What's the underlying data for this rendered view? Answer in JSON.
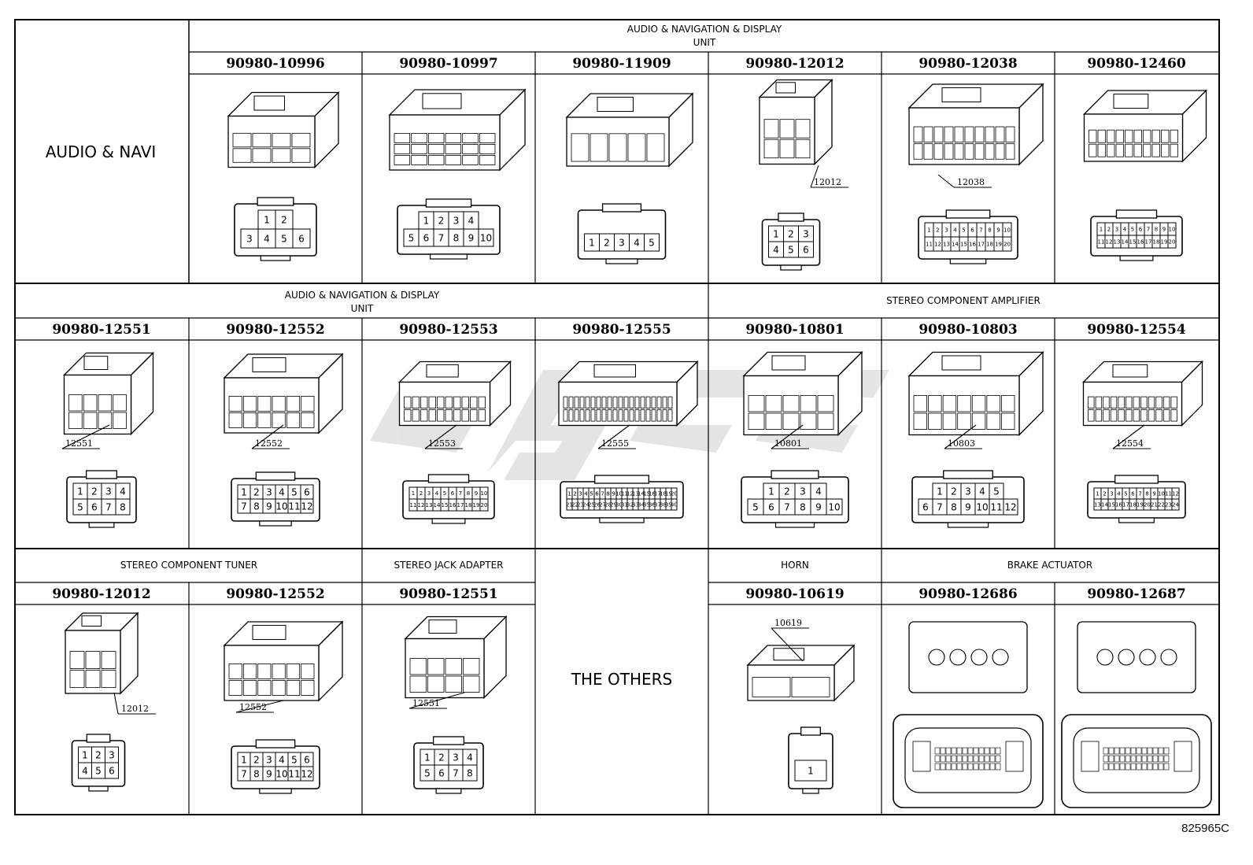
{
  "doc_id": "825965C",
  "row1": {
    "side_label": "AUDIO & NAVI",
    "group_title_line1": "AUDIO & NAVIGATION & DISPLAY",
    "group_title_line2": "UNIT",
    "cells": [
      {
        "part": "90980-10996",
        "pins_top": [
          "1",
          "2"
        ],
        "pins_bottom": [
          "3",
          "4",
          "5",
          "6"
        ]
      },
      {
        "part": "90980-10997",
        "pins_top": [
          "1",
          "2",
          "3",
          "4"
        ],
        "pins_bottom": [
          "5",
          "6",
          "7",
          "8",
          "9",
          "10"
        ]
      },
      {
        "part": "90980-11909",
        "pins": [
          "1",
          "2",
          "3",
          "4",
          "5"
        ]
      },
      {
        "part": "90980-12012",
        "tag": "12012",
        "pins_top": [
          "1",
          "2",
          "3"
        ],
        "pins_bottom": [
          "4",
          "5",
          "6"
        ]
      },
      {
        "part": "90980-12038",
        "tag": "12038",
        "pins_top": [
          "1",
          "2",
          "3",
          "4",
          "5",
          "6",
          "7",
          "8",
          "9",
          "10"
        ],
        "pins_bottom": [
          "11",
          "12",
          "13",
          "14",
          "15",
          "16",
          "17",
          "18",
          "19",
          "20"
        ]
      },
      {
        "part": "90980-12460",
        "pins_top": [
          "1",
          "2",
          "3",
          "4",
          "5",
          "6",
          "7",
          "8",
          "9",
          "10"
        ],
        "pins_bottom": [
          "11",
          "12",
          "13",
          "14",
          "15",
          "16",
          "17",
          "18",
          "19",
          "20"
        ]
      }
    ]
  },
  "row2": {
    "group_a_line1": "AUDIO & NAVIGATION & DISPLAY",
    "group_a_line2": "UNIT",
    "group_b": "STEREO COMPONENT AMPLIFIER",
    "cells": [
      {
        "part": "90980-12551",
        "tag": "12551",
        "pins_top": [
          "1",
          "2",
          "3",
          "4"
        ],
        "pins_bottom": [
          "5",
          "6",
          "7",
          "8"
        ]
      },
      {
        "part": "90980-12552",
        "tag": "12552",
        "pins_top": [
          "1",
          "2",
          "3",
          "4",
          "5",
          "6"
        ],
        "pins_bottom": [
          "7",
          "8",
          "9",
          "10",
          "11",
          "12"
        ]
      },
      {
        "part": "90980-12553",
        "tag": "12553",
        "pins_top": [
          "1",
          "2",
          "3",
          "4",
          "5",
          "6",
          "7",
          "8",
          "9",
          "10"
        ],
        "pins_bottom": [
          "11",
          "12",
          "13",
          "14",
          "15",
          "16",
          "17",
          "18",
          "19",
          "20"
        ]
      },
      {
        "part": "90980-12555",
        "tag": "12555",
        "pins_top": [
          "1",
          "2",
          "3",
          "4",
          "5",
          "6",
          "7",
          "8",
          "9",
          "10",
          "11",
          "12",
          "13",
          "14",
          "15",
          "16",
          "17",
          "18",
          "19",
          "20"
        ],
        "pins_bottom": [
          "21",
          "22",
          "23",
          "24",
          "25",
          "26",
          "27",
          "28",
          "29",
          "30",
          "31",
          "32",
          "33",
          "34",
          "35",
          "36",
          "37",
          "38",
          "39",
          "40"
        ]
      },
      {
        "part": "90980-10801",
        "tag": "10801",
        "pins_top": [
          "1",
          "2",
          "3",
          "4"
        ],
        "pins_bottom": [
          "5",
          "6",
          "7",
          "8",
          "9",
          "10"
        ]
      },
      {
        "part": "90980-10803",
        "tag": "10803",
        "pins_top": [
          "1",
          "2",
          "3",
          "4",
          "5"
        ],
        "pins_bottom": [
          "6",
          "7",
          "8",
          "9",
          "10",
          "11",
          "12"
        ]
      },
      {
        "part": "90980-12554",
        "tag": "12554",
        "pins_top": [
          "1",
          "2",
          "3",
          "4",
          "5",
          "6",
          "7",
          "8",
          "9",
          "10",
          "11",
          "12"
        ],
        "pins_bottom": [
          "13",
          "14",
          "15",
          "16",
          "17",
          "18",
          "19",
          "20",
          "21",
          "22",
          "23",
          "24"
        ]
      }
    ]
  },
  "row3": {
    "tuner": "STEREO COMPONENT TUNER",
    "jack": "STEREO JACK ADAPTER",
    "others": "THE OTHERS",
    "horn": "HORN",
    "brake": "BRAKE ACTUATOR",
    "cells": [
      {
        "part": "90980-12012",
        "tag": "12012",
        "pins_top": [
          "1",
          "2",
          "3"
        ],
        "pins_bottom": [
          "4",
          "5",
          "6"
        ]
      },
      {
        "part": "90980-12552",
        "tag": "12552",
        "pins_top": [
          "1",
          "2",
          "3",
          "4",
          "5",
          "6"
        ],
        "pins_bottom": [
          "7",
          "8",
          "9",
          "10",
          "11",
          "12"
        ]
      },
      {
        "part": "90980-12551",
        "tag": "12551",
        "pins_top": [
          "1",
          "2",
          "3",
          "4"
        ],
        "pins_bottom": [
          "5",
          "6",
          "7",
          "8"
        ]
      },
      {
        "part": "90980-10619",
        "tag": "10619",
        "pins": [
          "1"
        ]
      },
      {
        "part": "90980-12686"
      },
      {
        "part": "90980-12687"
      }
    ]
  }
}
